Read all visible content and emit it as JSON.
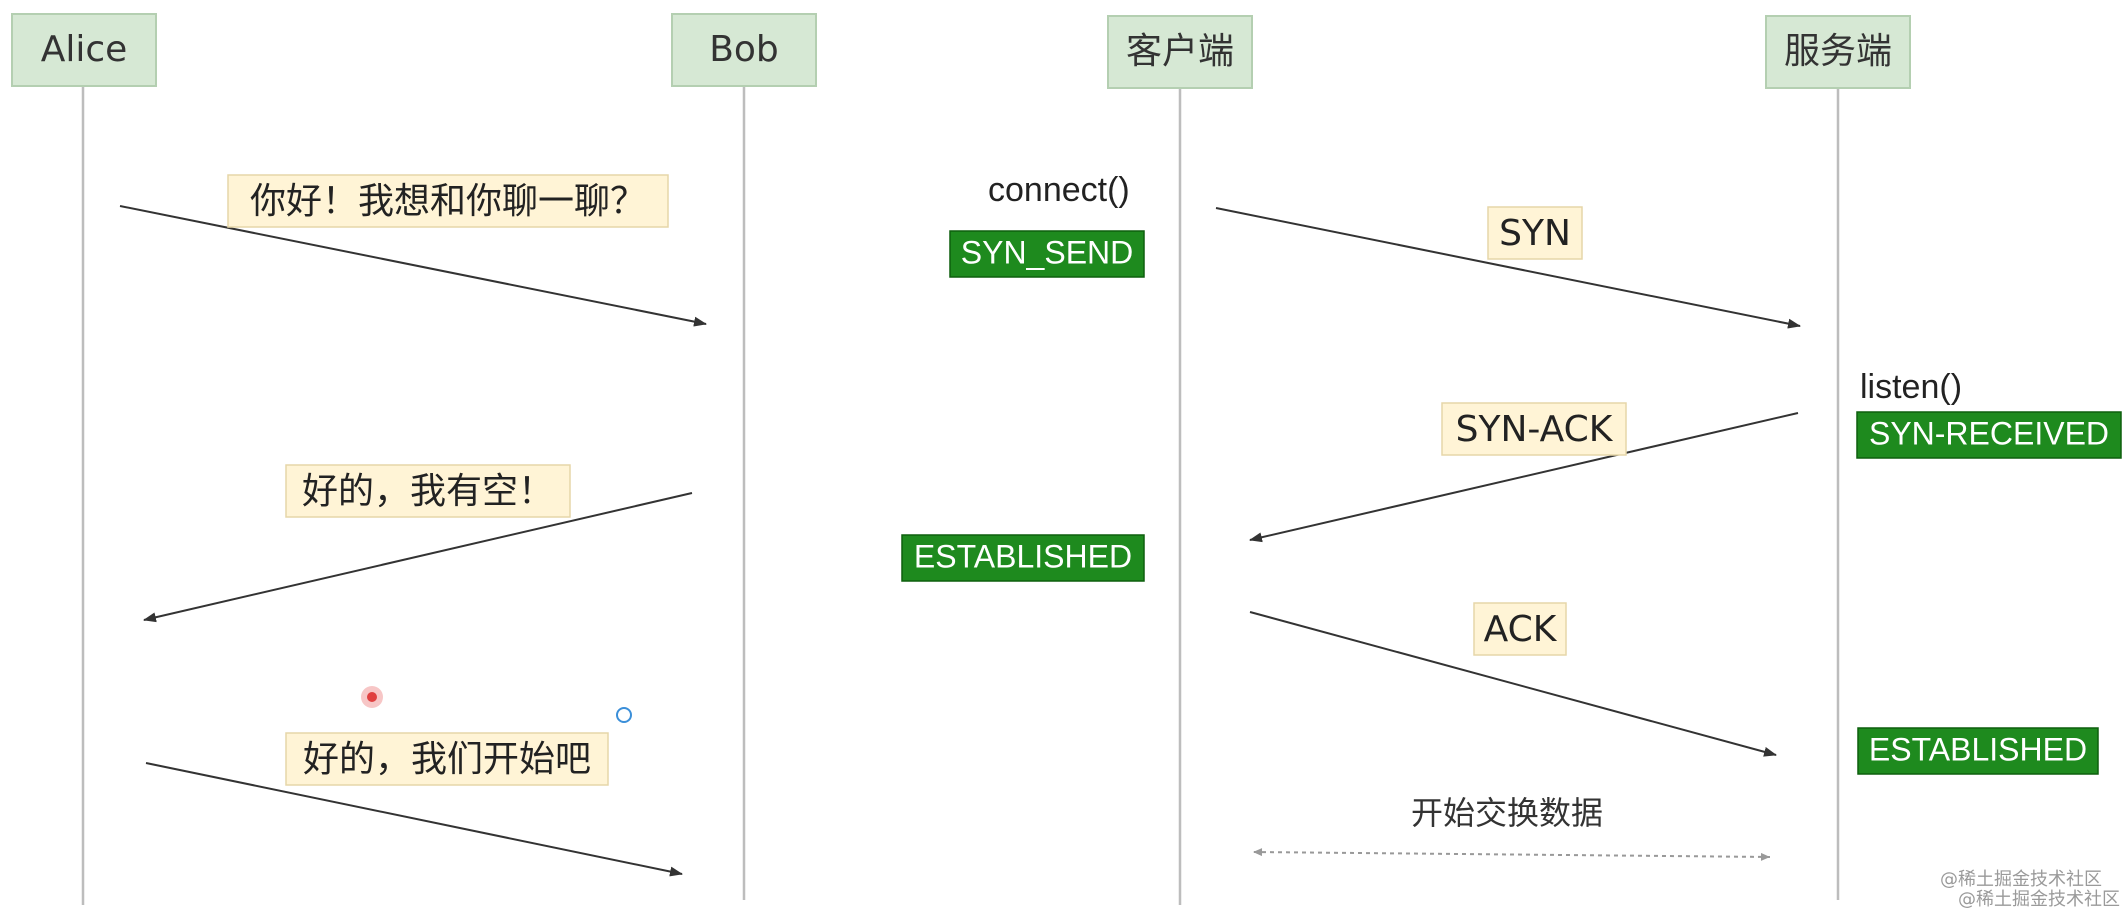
{
  "left_panel": {
    "lifelines": [
      {
        "id": "alice",
        "label": "Alice"
      },
      {
        "id": "bob",
        "label": "Bob"
      }
    ],
    "messages": [
      {
        "label": "你好！我想和你聊一聊？"
      },
      {
        "label": "好的，我有空！"
      },
      {
        "label": "好的，我们开始吧"
      }
    ]
  },
  "right_panel": {
    "lifelines": [
      {
        "id": "client",
        "label": "客户端"
      },
      {
        "id": "server",
        "label": "服务端"
      }
    ],
    "messages": [
      {
        "label": "SYN"
      },
      {
        "label": "SYN-ACK"
      },
      {
        "label": "ACK"
      }
    ],
    "calls": {
      "client": "connect()",
      "server": "listen()"
    },
    "states": {
      "client_syn_send": "SYN_SEND",
      "client_established": "ESTABLISHED",
      "server_syn_received": "SYN-RECEIVED",
      "server_established": "ESTABLISHED"
    },
    "data_exchange": "开始交换数据"
  },
  "watermark": {
    "line1": "@稀土掘金技术社区",
    "line2": "@稀土掘金技术社区"
  },
  "colors": {
    "lifeline_box": "#d6e8d4",
    "message_box": "#fff4d6",
    "state_box": "#1e8a1e"
  }
}
